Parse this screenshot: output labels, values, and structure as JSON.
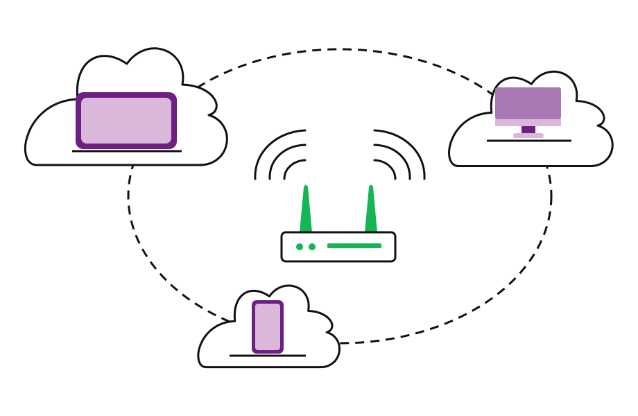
{
  "diagram": {
    "type": "wireless-network-illustration",
    "colors": {
      "background": "#ffffff",
      "stroke": "#111111",
      "device_dark": "#6e1f82",
      "device_light": "#d9b8d9",
      "device_mid": "#a878b4",
      "router_accent": "#16b553"
    },
    "hub": {
      "name": "wifi-router",
      "icon": "router-icon",
      "signal_icon": "wifi-signal-icon",
      "antenna_count": 2
    },
    "nodes": [
      {
        "name": "laptop-cloud",
        "icon": "laptop-icon"
      },
      {
        "name": "desktop-cloud",
        "icon": "monitor-icon"
      },
      {
        "name": "phone-cloud",
        "icon": "smartphone-icon"
      }
    ],
    "connection": {
      "style": "dashed",
      "shape": "ellipse"
    }
  }
}
